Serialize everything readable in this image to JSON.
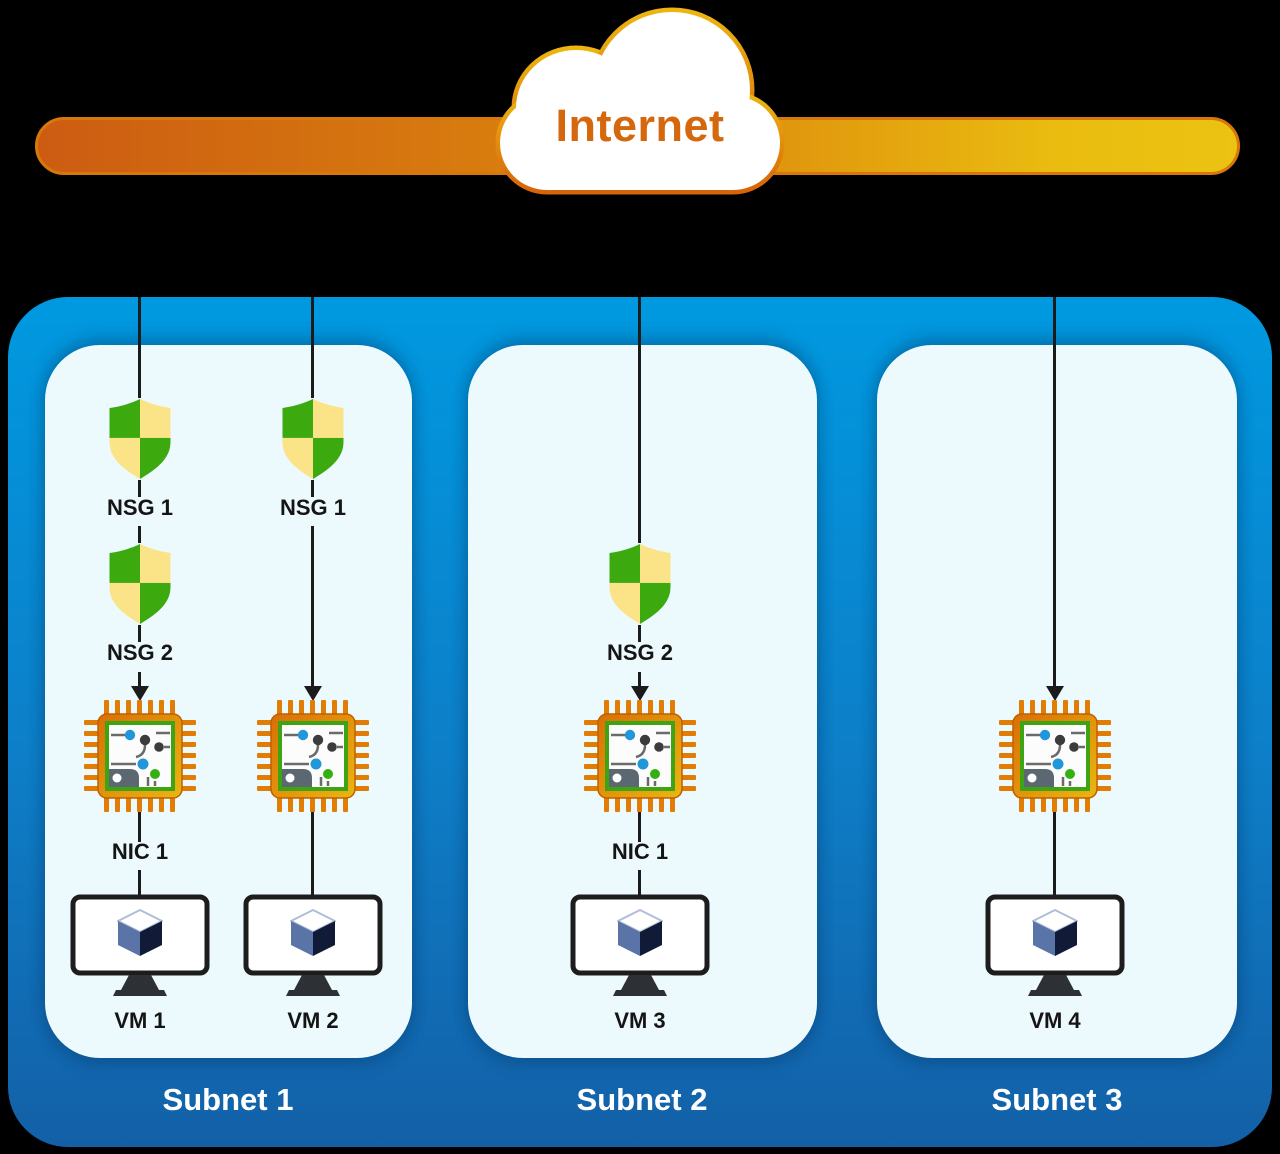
{
  "internet": {
    "label": "Internet",
    "icon": "cloud-icon"
  },
  "vnet": {
    "subnets": [
      {
        "name": "Subnet 1"
      },
      {
        "name": "Subnet 2"
      },
      {
        "name": "Subnet 3"
      }
    ]
  },
  "columns": [
    {
      "labels": {
        "nsg1": "NSG 1",
        "nsg2": "NSG 2",
        "nic": "NIC 1",
        "vm": "VM 1"
      }
    },
    {
      "labels": {
        "nsg1": "NSG 1",
        "vm": "VM 2"
      }
    },
    {
      "labels": {
        "nsg2": "NSG 2",
        "nic": "NIC 1",
        "vm": "VM 3"
      }
    },
    {
      "labels": {
        "vm": "VM 4"
      }
    }
  ],
  "icons": {
    "nsg": "shield-quadrant-icon",
    "nic": "network-chip-icon",
    "vm": "vm-monitor-icon",
    "internet": "cloud-icon",
    "connector": "arrow-down-icon"
  },
  "colors": {
    "bar_gradient_start": "#cc5c12",
    "bar_gradient_end": "#ecc312",
    "internet_text": "#d5670d",
    "vnet_top": "#0099e0",
    "vnet_bottom": "#1360a7",
    "subnet_panel": "#edfafd",
    "subnet_text": "#ffffff",
    "shield_green": "#3ca90f",
    "shield_yellow": "#fbe387",
    "chip_orange": "#e17c05",
    "chip_inner_border": "#3fa414",
    "connector_line": "#1b1b1b"
  }
}
